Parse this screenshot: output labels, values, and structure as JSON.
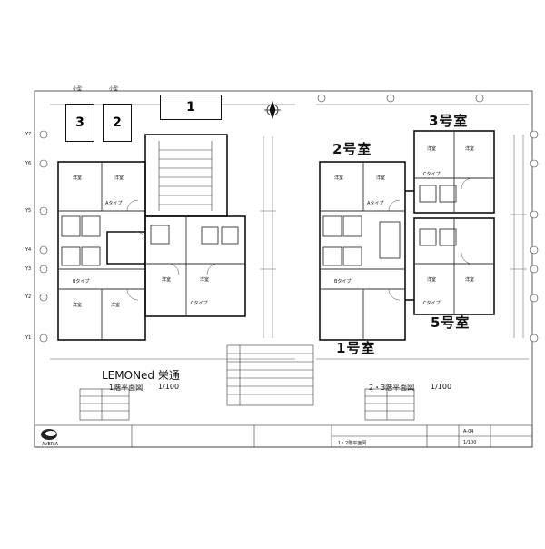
{
  "parking": [
    {
      "num": "3",
      "label": "小型"
    },
    {
      "num": "2",
      "label": "小型"
    },
    {
      "num": "1",
      "label": ""
    }
  ],
  "rooms_upper": {
    "room3": "3号室",
    "room2": "2号室",
    "room1": "1号室",
    "room5": "5号室"
  },
  "building_name": "LEMONed 栄通",
  "floor1_title": "1階平面図",
  "floor1_scale": "1/100",
  "floor23_title": "2・3階平面図",
  "floor23_scale": "1/100",
  "room_labels": {
    "bedroom": "洋室",
    "a_type": "Aタイプ",
    "b_type": "Bタイプ",
    "c_type": "Cタイプ"
  },
  "axis_labels": [
    "Y1",
    "Y2",
    "Y3",
    "Y4",
    "Y5",
    "Y6",
    "Y7"
  ],
  "company_logo": "AVERIA",
  "sheet_number": "A-04",
  "sheet_scale": "1/100",
  "drawing_name": "1・2階平面図",
  "colors": {
    "line": "#222222",
    "paper": "#ffffff"
  }
}
